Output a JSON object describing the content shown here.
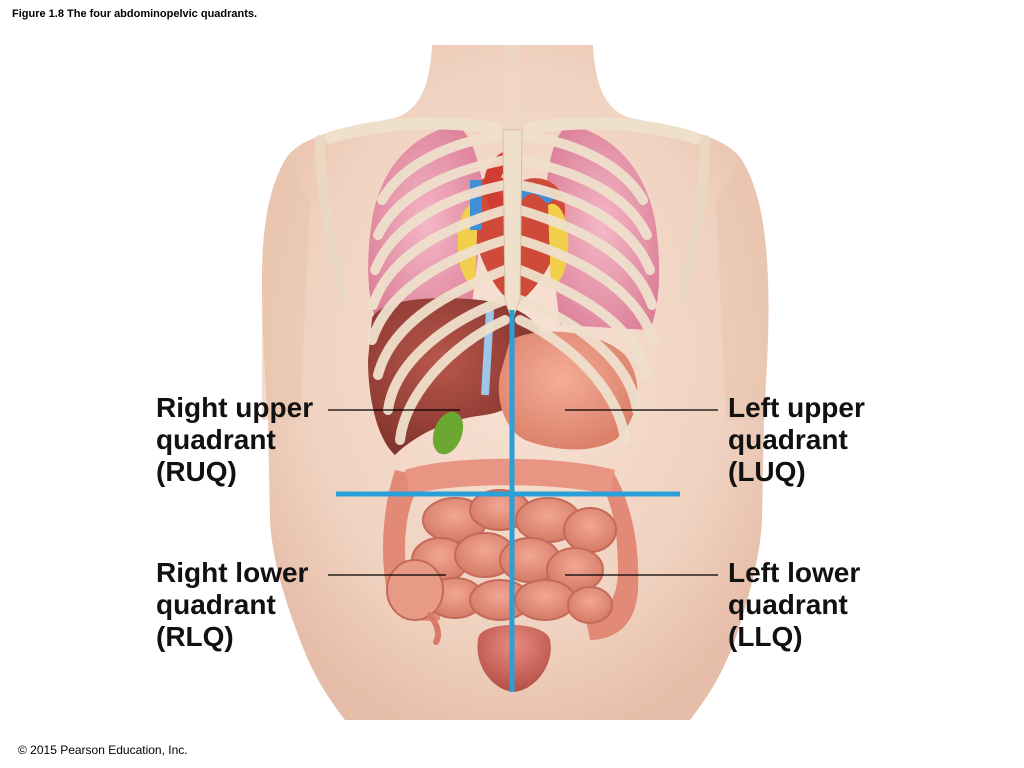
{
  "caption": "Figure 1.8 The four abdominopelvic quadrants.",
  "copyright": "© 2015 Pearson Education, Inc.",
  "quadrants": {
    "ruq": {
      "line1": "Right upper",
      "line2": "quadrant",
      "line3": "(RUQ)"
    },
    "luq": {
      "line1": "Left upper",
      "line2": "quadrant",
      "line3": "(LUQ)"
    },
    "rlq": {
      "line1": "Right lower",
      "line2": "quadrant",
      "line3": "(RLQ)"
    },
    "llq": {
      "line1": "Left lower",
      "line2": "quadrant",
      "line3": "(LLQ)"
    }
  },
  "colors": {
    "skin": "#f2d7c6",
    "skin_shadow": "#e3b9a0",
    "bone": "#f1e2d0",
    "bone_edge": "#d6bfa6",
    "lung": "#e99bb0",
    "heart": "#d04a3a",
    "liver": "#9a3f36",
    "stomach": "#e98f78",
    "intestine": "#e69180",
    "intestine_dark": "#c86b5a",
    "gallbladder": "#6aa832",
    "vessel_blue": "#3f8fd6",
    "fat_yellow": "#f1cf4a",
    "quadrant_line": "#2b9fd8",
    "leader_line": "#000000"
  }
}
